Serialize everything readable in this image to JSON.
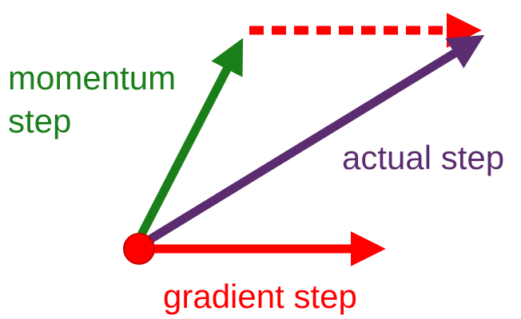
{
  "labels": {
    "momentum_line1": "momentum",
    "momentum_line2": "step",
    "actual": "actual step",
    "gradient": "gradient step"
  },
  "colors": {
    "gradient": "#ff0000",
    "momentum": "#1a7f1a",
    "actual": "#5b2c6f",
    "origin": "#ff0000",
    "origin_stroke": "#cc0000"
  }
}
